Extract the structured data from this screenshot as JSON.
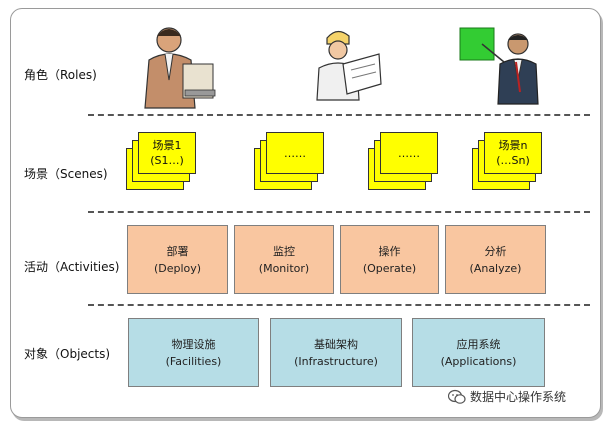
{
  "rows": {
    "roles": "角色（Roles)",
    "scenes": "场景（Scenes)",
    "activities": "活动（Activities)",
    "objects": "对象（Objects)"
  },
  "scenes": [
    {
      "line1": "场景1",
      "line2": "(S1…)"
    },
    {
      "line1": "……",
      "line2": ""
    },
    {
      "line1": "……",
      "line2": ""
    },
    {
      "line1": "场景n",
      "line2": "(…Sn)"
    }
  ],
  "activities": [
    {
      "cn": "部署",
      "en": "(Deploy)"
    },
    {
      "cn": "监控",
      "en": "(Monitor)"
    },
    {
      "cn": "操作",
      "en": "(Operate)"
    },
    {
      "cn": "分析",
      "en": "(Analyze)"
    }
  ],
  "objects": [
    {
      "cn": "物理设施",
      "en": "(Facilities)"
    },
    {
      "cn": "基础架构",
      "en": "(Infrastructure)"
    },
    {
      "cn": "应用系统",
      "en": "(Applications)"
    }
  ],
  "watermark": "数据中心操作系统",
  "colors": {
    "scene_card": "#ffff00",
    "activity_box": "#f9c6a0",
    "object_box": "#b6dde6"
  }
}
